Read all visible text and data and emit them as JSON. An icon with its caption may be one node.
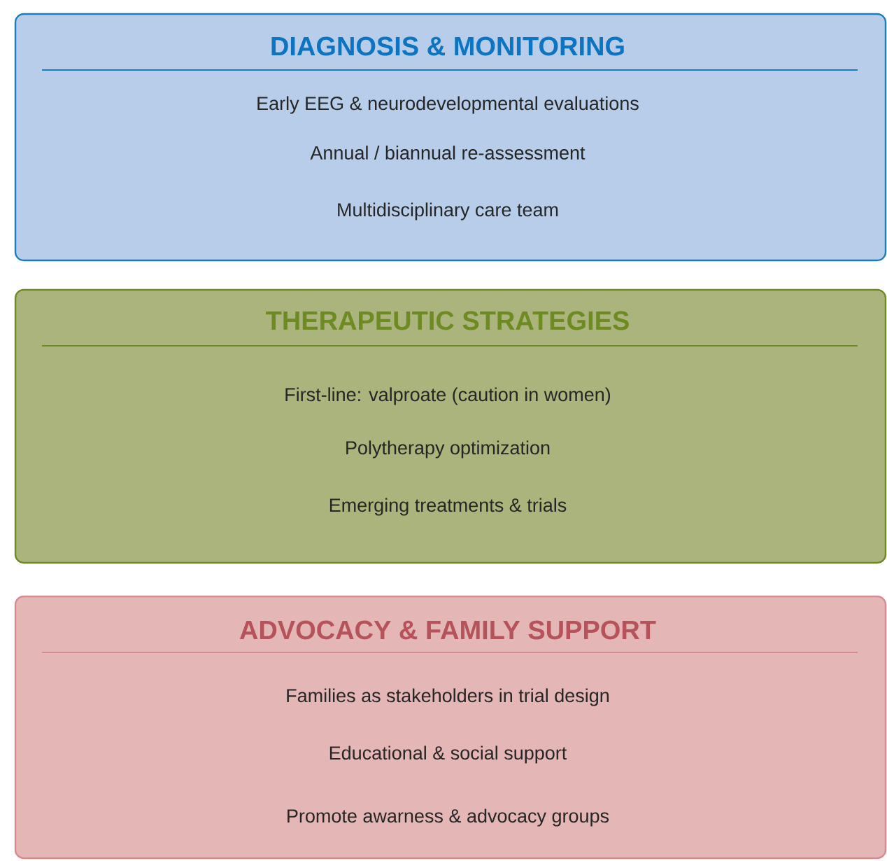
{
  "diagram": {
    "nodes": [
      {
        "text": [
          "DIAGNOSIS & MONITORING",
          "Early EEG & neurodevelopmental evaluations",
          "Annual / biannual re-assessment",
          "Multidisciplinary care team"
        ]
      },
      {
        "text": [
          "THERAPEUTIC STRATEGIES",
          "First-line: valproate (caution in women)",
          "Polytherapy optimization",
          "Emerging treatments & trials"
        ]
      },
      {
        "text": [
          "ADVOCACY & FAMILY SUPPORT",
          "Families as stakeholders in trial design",
          "Educational & social support",
          "Promote awarness & advocacy groups"
        ]
      }
    ]
  }
}
